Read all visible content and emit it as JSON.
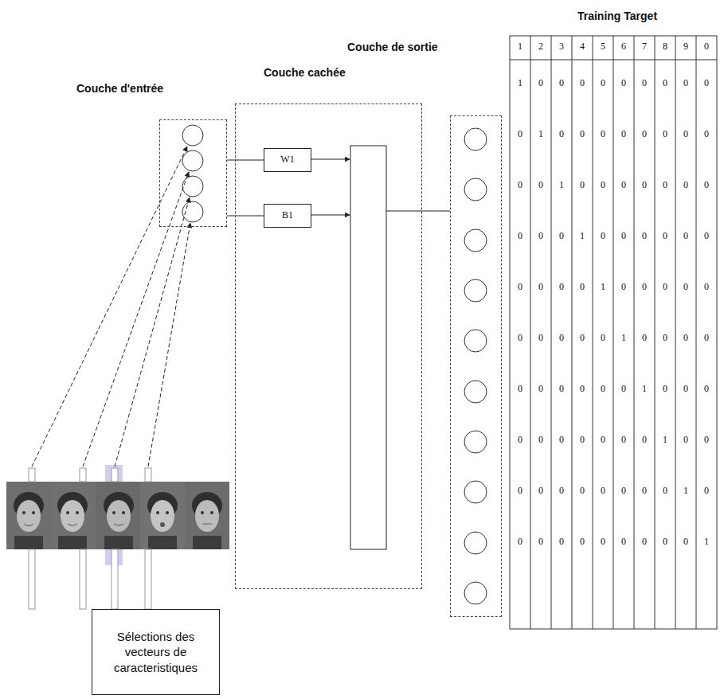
{
  "diagram": {
    "nodes": [
      {
        "text": [
          "Couche d'entrée"
        ]
      },
      {
        "text": [
          "Couche cachée"
        ]
      },
      {
        "text": [
          "W1"
        ],
        "in": 1
      },
      {
        "text": [
          "B1"
        ],
        "in": 1
      },
      {
        "text": [
          "Couche de sortie"
        ]
      },
      {
        "text": [
          "Sélections des vecteurs de caracteristiques"
        ]
      }
    ],
    "edges": [
      {
        "from": 0,
        "to": 2,
        "arrow": "none"
      },
      {
        "from": 0,
        "to": 3,
        "arrow": "none"
      }
    ],
    "labels": [
      "Training Target",
      "1",
      "2",
      "3",
      "4",
      "5",
      "6",
      "7",
      "8",
      "9",
      "0",
      "1",
      "0",
      "0",
      "0",
      "0",
      "0",
      "0",
      "0",
      "0",
      "0",
      "0",
      "1",
      "0",
      "0",
      "0",
      "0",
      "0",
      "0",
      "0",
      "0",
      "0",
      "0",
      "1",
      "0",
      "0",
      "0",
      "0",
      "0",
      "0",
      "0",
      "0",
      "0",
      "0",
      "1",
      "0",
      "0",
      "0",
      "0",
      "0",
      "0",
      "0",
      "0",
      "0",
      "0",
      "1",
      "0",
      "0",
      "0",
      "0",
      "0",
      "0",
      "0",
      "0",
      "0",
      "0",
      "1",
      "0",
      "0",
      "0",
      "0",
      "0",
      "0",
      "0",
      "0",
      "0",
      "0",
      "1",
      "0",
      "0",
      "0",
      "0",
      "0",
      "0",
      "0",
      "0",
      "0",
      "0",
      "1",
      "0",
      "0",
      "0",
      "0",
      "0",
      "0",
      "0",
      "0",
      "0",
      "0",
      "1",
      "0",
      "0",
      "0",
      "0",
      "0",
      "0",
      "0",
      "0",
      "0",
      "0",
      "1"
    ]
  }
}
